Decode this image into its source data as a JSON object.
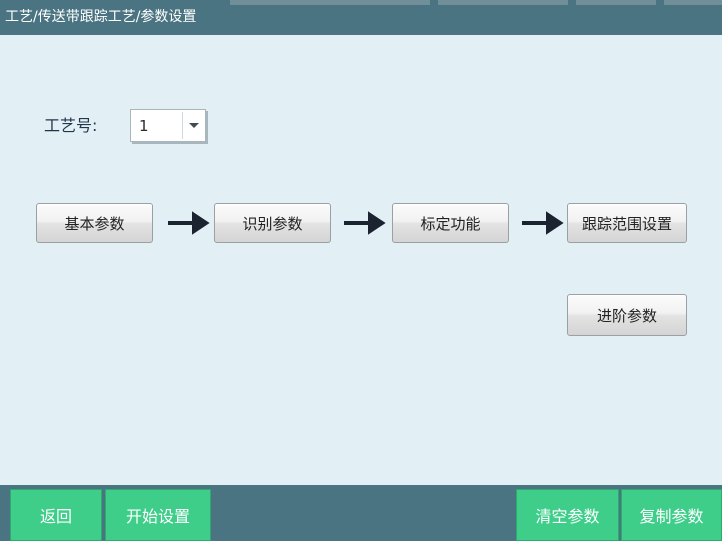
{
  "window": {
    "title": "工艺/传送带跟踪工艺/参数设置"
  },
  "colors": {
    "header_teal": "#4a7481",
    "background": "#e2f0f5",
    "button_green": "#3ece8a",
    "arrow_dark": "#1c2330"
  },
  "form": {
    "process_number_label": "工艺号:",
    "process_number_value": "1",
    "process_number_options": [
      "1"
    ],
    "dropdown_icon": "chevron-down-icon"
  },
  "flow": {
    "steps": [
      {
        "label": "基本参数"
      },
      {
        "label": "识别参数"
      },
      {
        "label": "标定功能"
      },
      {
        "label": "跟踪范围设置"
      }
    ],
    "arrow_glyph": "arrow-right-icon",
    "extra": {
      "label": "进阶参数"
    }
  },
  "toolbar": {
    "left_buttons": [
      {
        "label": "返回"
      },
      {
        "label": "开始设置"
      }
    ],
    "right_buttons": [
      {
        "label": "清空参数"
      },
      {
        "label": "复制参数"
      }
    ]
  }
}
